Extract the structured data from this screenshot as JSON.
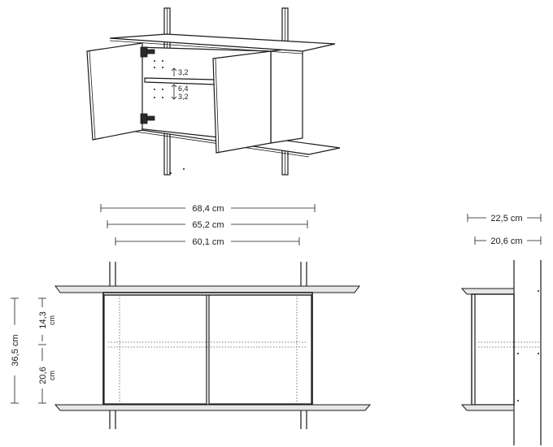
{
  "perspective": {
    "gap_top": "3,2",
    "gap_middle": "6,4",
    "gap_bottom": "3,2"
  },
  "front_view": {
    "width_outer": "68,4 cm",
    "width_middle": "65,2 cm",
    "width_inner": "60,1 cm",
    "height_total": "36,5 cm",
    "height_upper": "14,3",
    "height_upper_unit": "cm",
    "height_lower": "20,6",
    "height_lower_unit": "cm"
  },
  "side_view": {
    "depth_outer": "22,5 cm",
    "depth_inner": "20,6 cm"
  }
}
